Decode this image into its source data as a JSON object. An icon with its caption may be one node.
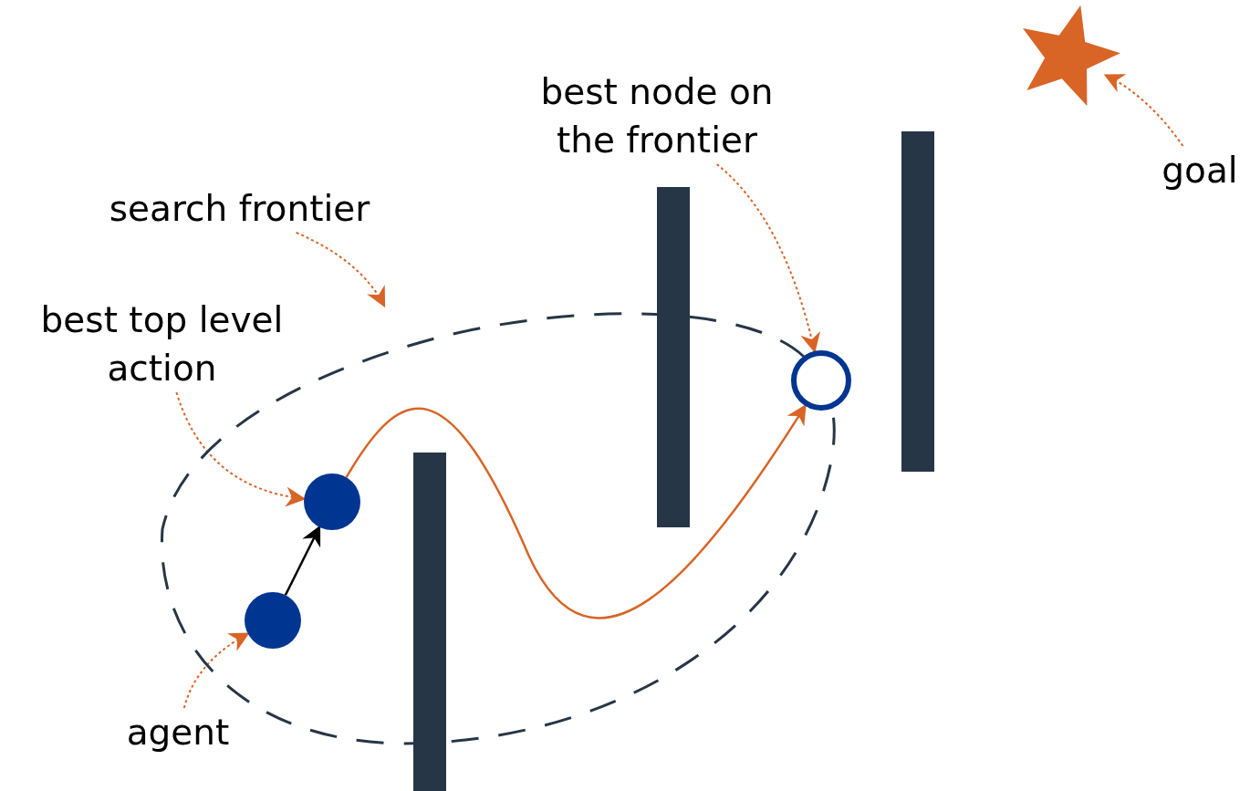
{
  "diagram": {
    "nodes": [
      {
        "text": [],
        "shape": "star"
      },
      {
        "text": [
          "best node on the frontier"
        ]
      },
      {
        "text": [
          "goal"
        ]
      },
      {
        "text": [
          "search frontier"
        ]
      },
      {
        "text": [
          "best top level action"
        ]
      },
      {
        "text": [],
        "shape": "loop"
      },
      {
        "text": [],
        "shape": "circle"
      },
      {
        "text": [],
        "shape": "circle",
        "in": 5
      },
      {
        "text": [],
        "shape": "circle",
        "in": 5
      },
      {
        "text": [
          "agent"
        ]
      },
      {
        "text": [],
        "shape": "bar"
      },
      {
        "text": [],
        "shape": "bar"
      },
      {
        "text": [],
        "shape": "bar"
      }
    ],
    "edges": [
      {
        "from": 3,
        "to": 5,
        "arrow": "to",
        "style": "dashed"
      },
      {
        "from": 4,
        "to": 7,
        "arrow": "to",
        "style": "dashed"
      },
      {
        "from": 1,
        "to": 6,
        "arrow": "to",
        "style": "dashed"
      },
      {
        "from": 2,
        "to": 0,
        "arrow": "to",
        "style": "dashed"
      },
      {
        "from": 9,
        "to": 8,
        "arrow": "to",
        "style": "dashed"
      },
      {
        "from": 8,
        "to": 7,
        "arrow": "to",
        "color": "#000000"
      },
      {
        "from": 7,
        "to": 6,
        "arrow": "to"
      }
    ]
  }
}
